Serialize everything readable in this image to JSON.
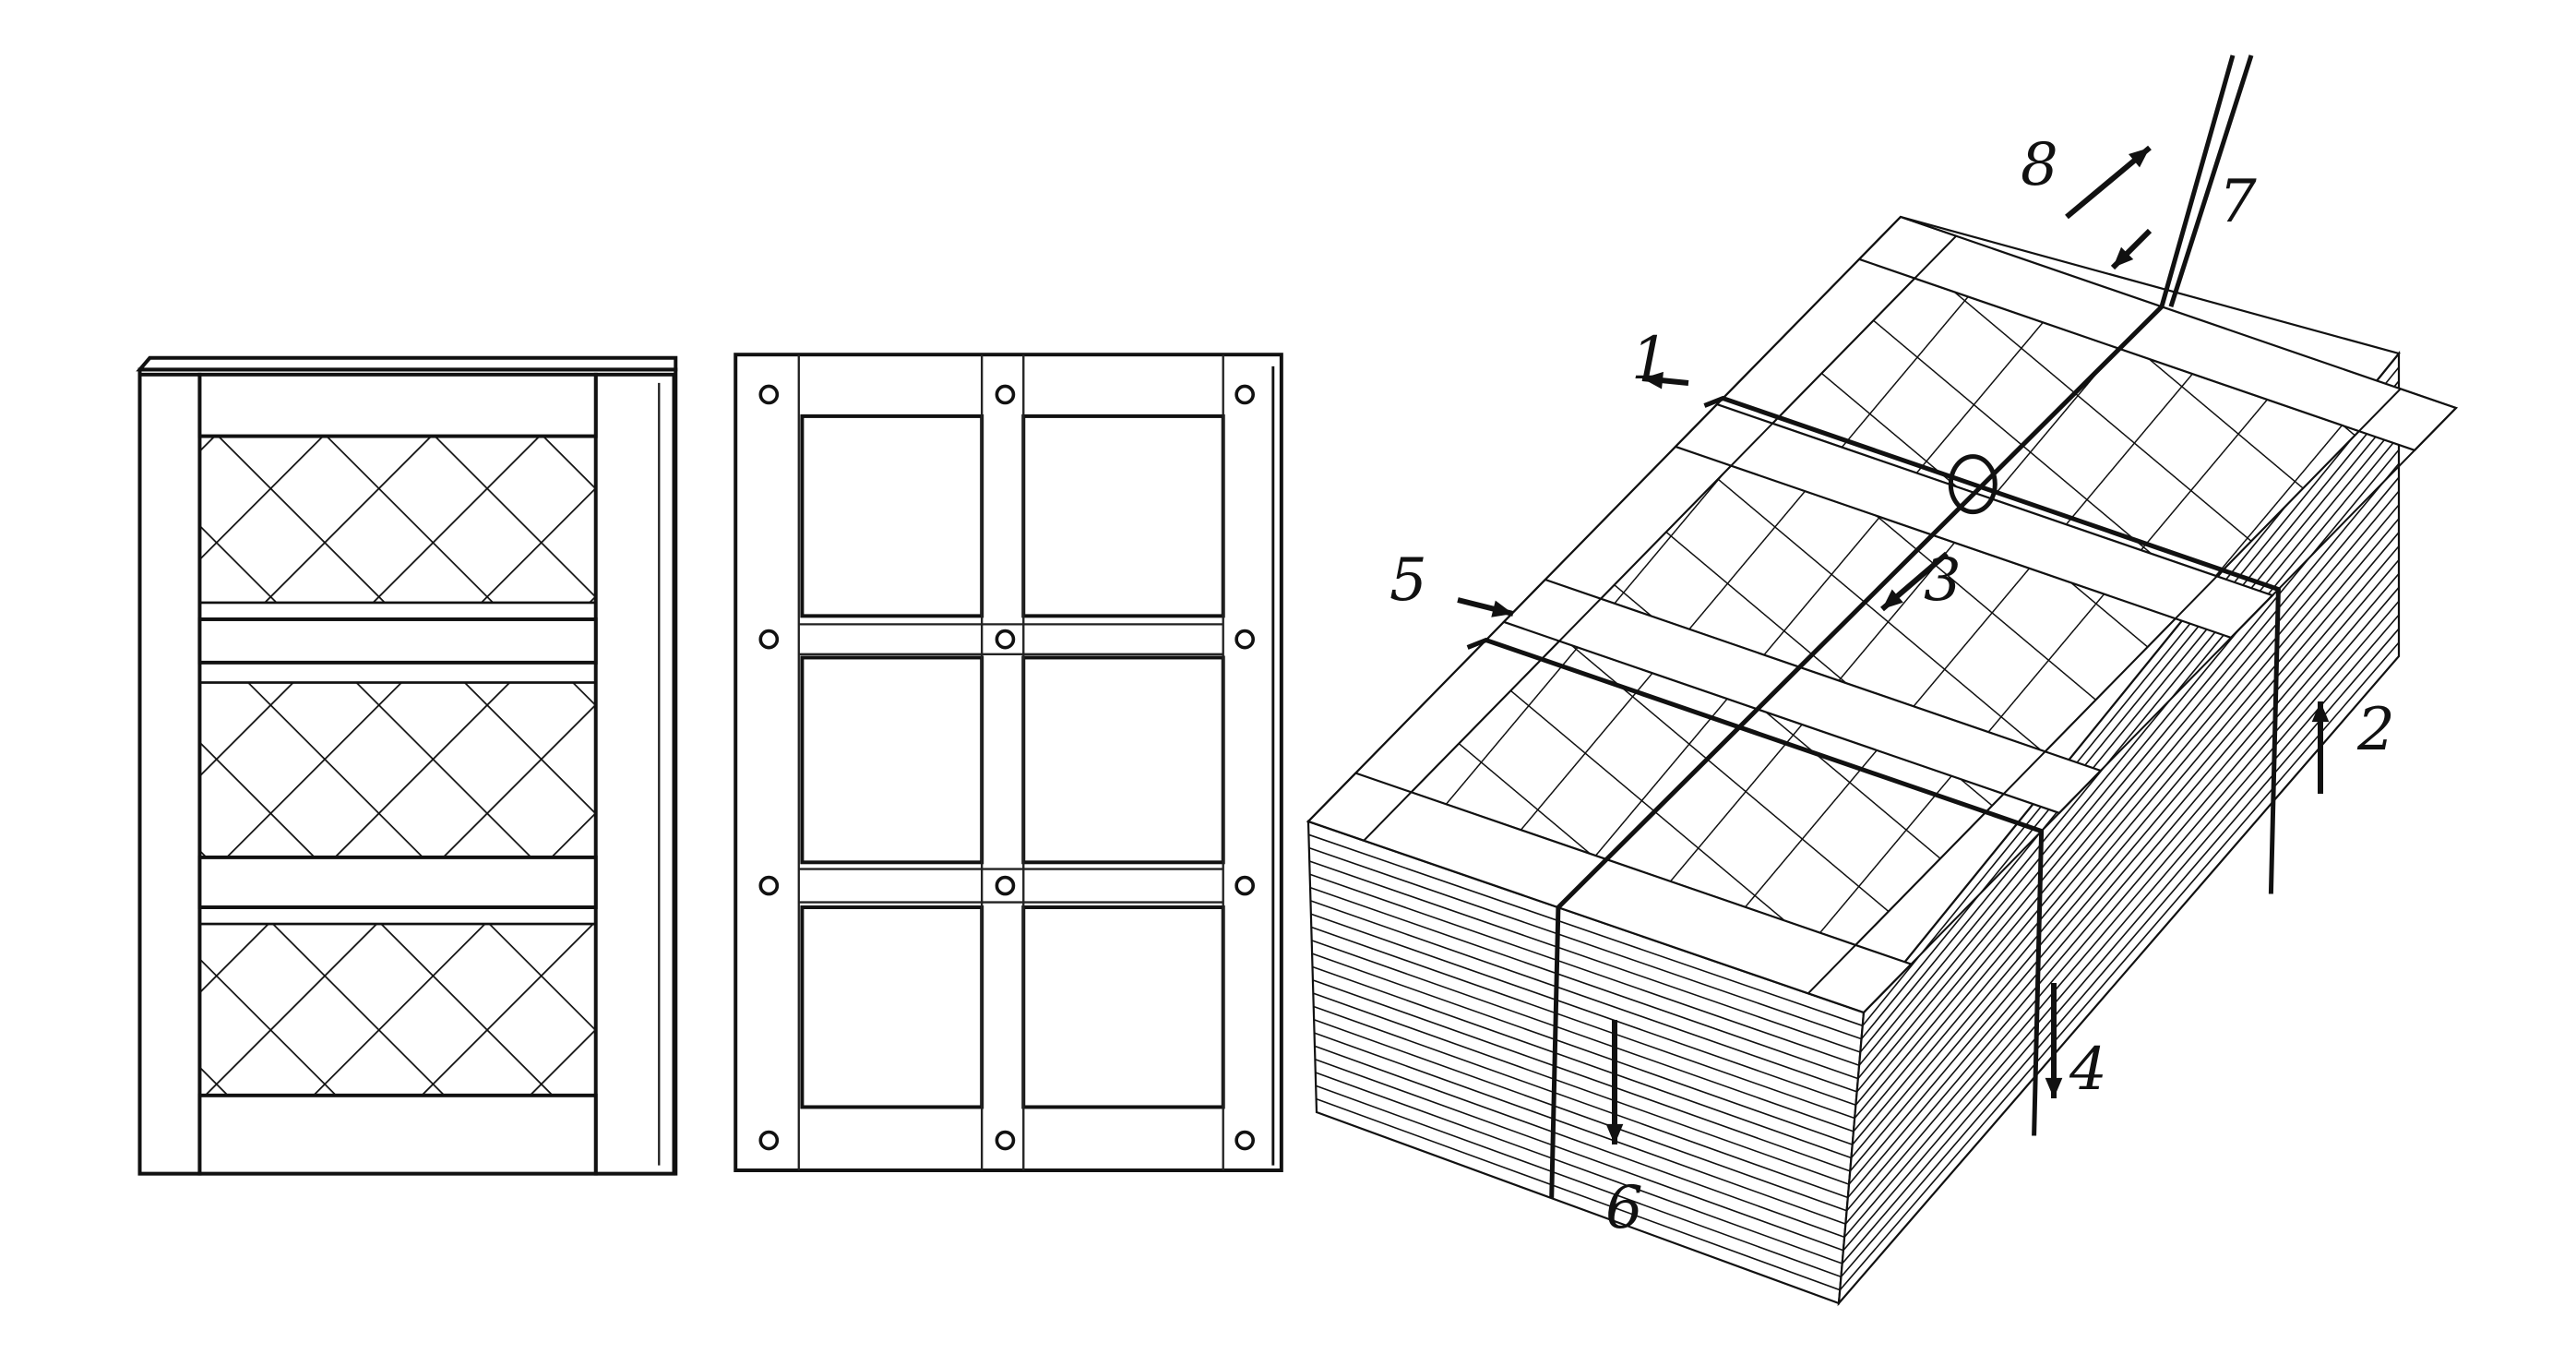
{
  "figure": {
    "left_panel": "lattice-frame",
    "middle_panel": "open-frame-with-bolts",
    "right_panel": "strapped-stack",
    "ink_color": "#111111",
    "background_color": "#ffffff"
  },
  "labels": [
    "1",
    "2",
    "3",
    "4",
    "5",
    "6",
    "7",
    "8"
  ]
}
